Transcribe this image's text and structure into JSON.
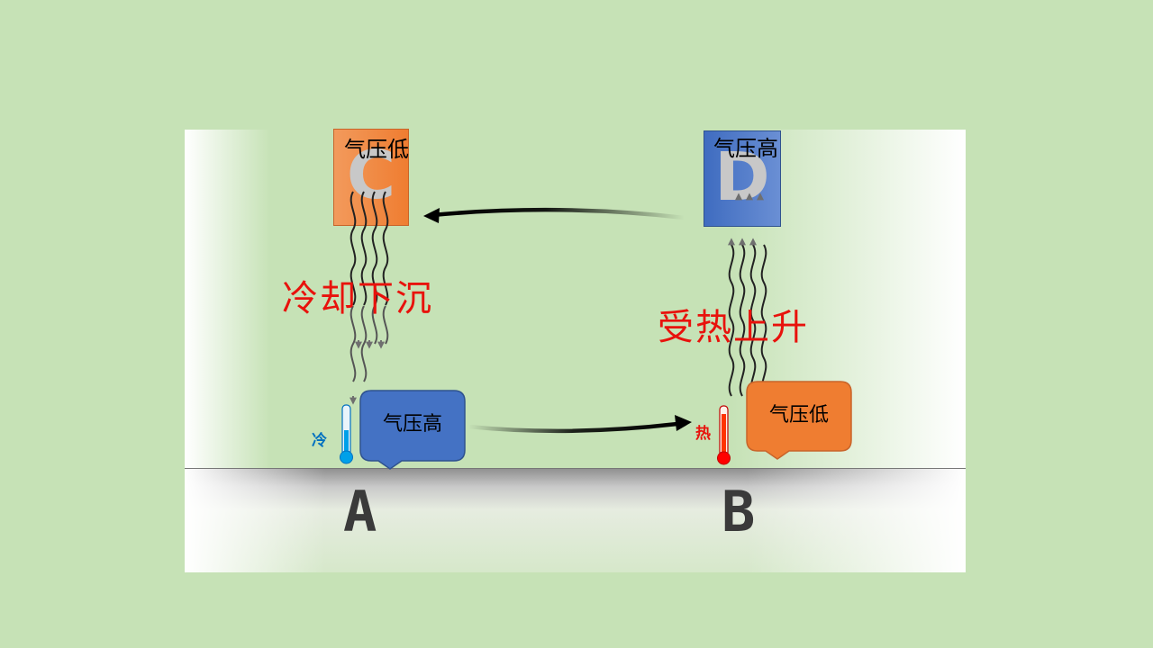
{
  "points": {
    "a": "A",
    "b": "B",
    "c": "C",
    "d": "D"
  },
  "pressure": {
    "c_box": "气压低",
    "d_box": "气压高",
    "a_callout": "气压高",
    "b_callout": "气压低"
  },
  "processes": {
    "left": "冷却下沉",
    "right": "受热上升"
  },
  "temperature": {
    "cold": "冷",
    "hot": "热"
  },
  "colors": {
    "background": "#c6e2b6",
    "orange": "#ef7d31",
    "blue": "#4472c4",
    "red_text": "#e8120c",
    "cold_blue": "#0070c0",
    "hot_red": "#ff0000"
  }
}
